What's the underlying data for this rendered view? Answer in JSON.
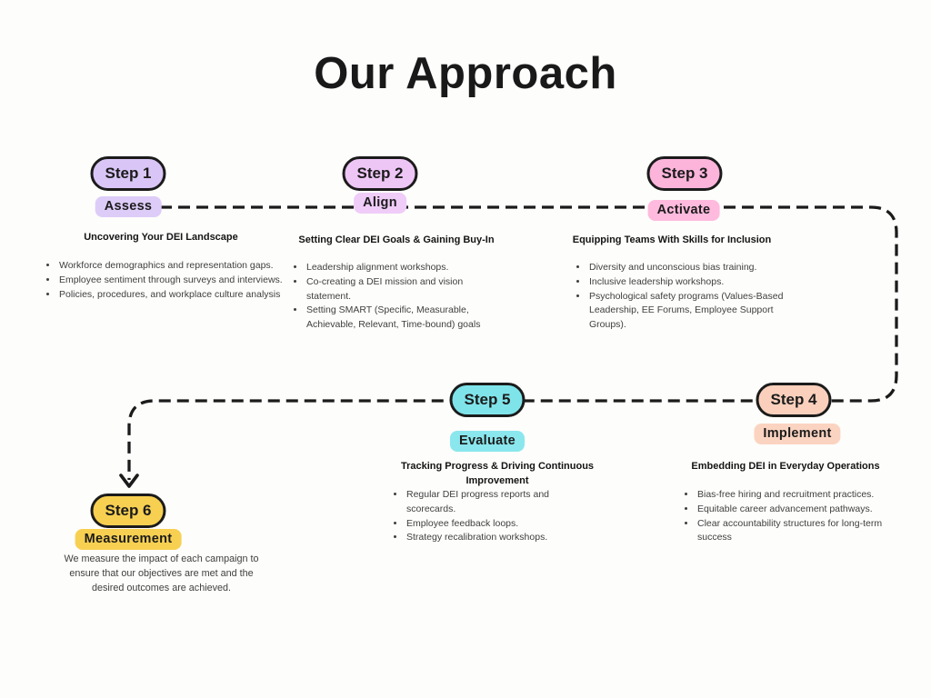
{
  "page": {
    "title": "Our Approach",
    "background_color": "#fdfdfb",
    "connector_color": "#1b1b1b"
  },
  "steps": [
    {
      "pill": "Step 1",
      "label": "Assess",
      "heading": "Uncovering Your DEI Landscape",
      "bullets": [
        "Workforce demographics and representation gaps.",
        "Employee sentiment through surveys and interviews.",
        "Policies, procedures, and workplace culture analysis"
      ],
      "pill_color": "#d9c6f6",
      "label_color": "#ddccf8"
    },
    {
      "pill": "Step 2",
      "label": "Align",
      "heading": "Setting Clear DEI Goals & Gaining Buy-In",
      "bullets": [
        "Leadership alignment workshops.",
        "Co-creating a DEI mission and vision statement.",
        " Setting SMART (Specific, Measurable, Achievable, Relevant, Time-bound) goals"
      ],
      "pill_color": "#eec6f6",
      "label_color": "#f0ccf8"
    },
    {
      "pill": "Step 3",
      "label": "Activate",
      "heading": "Equipping Teams With Skills for Inclusion",
      "bullets": [
        "Diversity and unconscious bias training.",
        "Inclusive leadership workshops.",
        "Psychological safety programs (Values-Based Leadership, EE Forums, Employee Support Groups)."
      ],
      "pill_color": "#fcb4db",
      "label_color": "#ffbade"
    },
    {
      "pill": "Step 4",
      "label": "Implement",
      "heading": "Embedding DEI in Everyday Operations",
      "bullets": [
        "Bias-free hiring and recruitment practices.",
        "Equitable career advancement pathways.",
        "Clear accountability structures for long-term success"
      ],
      "pill_color": "#fad0bc",
      "label_color": "#fbd4c1"
    },
    {
      "pill": "Step 5",
      "label": "Evaluate",
      "heading": "Tracking Progress & Driving Continuous Improvement",
      "bullets": [
        "Regular DEI progress reports and scorecards.",
        "Employee feedback loops.",
        "Strategy recalibration workshops."
      ],
      "pill_color": "#7fe4ea",
      "label_color": "#8ae7ed"
    },
    {
      "pill": "Step 6",
      "label": "Measurement",
      "paragraph": "We measure the impact of each campaign to ensure that our objectives are met and the desired outcomes are achieved.",
      "pill_color": "#f8d051",
      "label_color": "#f8d051"
    }
  ]
}
